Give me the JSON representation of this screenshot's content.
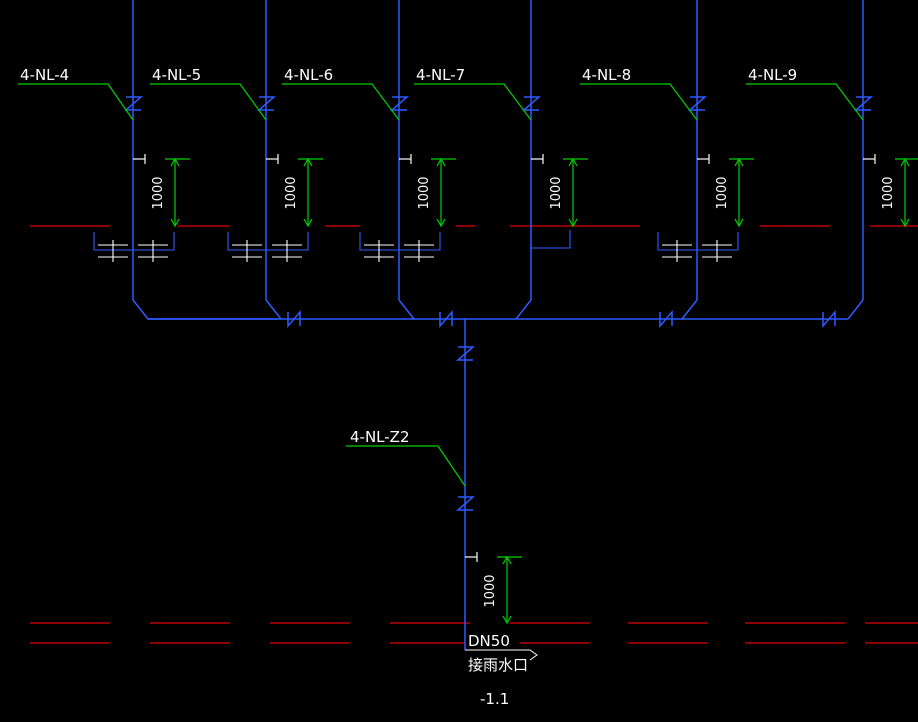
{
  "drawing": {
    "colors": {
      "background": "#000000",
      "pipe": "#2f5bff",
      "leader": "#00d000",
      "dimension": "#00d000",
      "floor_line": "#e00000",
      "text": "#ffffff"
    },
    "pipe_labels": [
      "4-NL-4",
      "4-NL-5",
      "4-NL-6",
      "4-NL-7",
      "4-NL-8",
      "4-NL-9"
    ],
    "riser_label": "4-NL-Z2",
    "dimension_value": "1000",
    "outlet_size": "DN50",
    "outlet_name": "接雨水口",
    "outlet_level": "-1.1"
  }
}
